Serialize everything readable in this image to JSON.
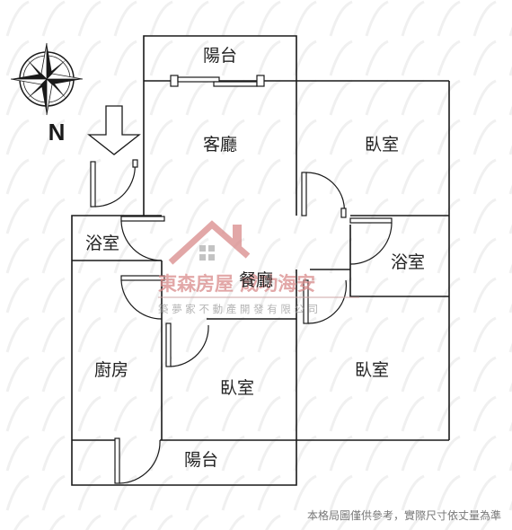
{
  "rooms": {
    "balcony_top": "陽台",
    "living_room": "客廳",
    "bedroom_ne": "臥室",
    "bath_west": "浴室",
    "bath_east": "浴室",
    "dining_room": "餐廳",
    "kitchen": "廚房",
    "bedroom_center": "臥室",
    "bedroom_se": "臥室",
    "balcony_bottom": "陽台"
  },
  "compass": {
    "north_label": "N"
  },
  "watermark": {
    "brand": "東森房屋 成功海安",
    "tagline": "築 夢 家 不 動 產 開 發 有 限 公 司"
  },
  "disclaimer": "本格局圖僅供參考，實際尺寸依丈量為準",
  "colors": {
    "wall": "#1a1a1a",
    "watermark_red": "#d98a8a",
    "watermark_gray": "#9a9a9a"
  }
}
